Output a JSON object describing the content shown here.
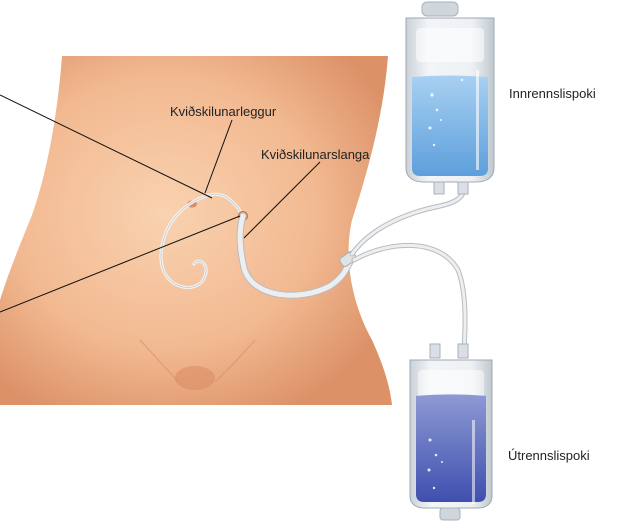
{
  "labels": {
    "catheter": "Kviðskilunarleggur",
    "tube": "Kviðskilunarslanga",
    "inflow_bag": "Innrennslispoki",
    "outflow_bag": "Útrennslispoki"
  },
  "colors": {
    "skin_light": "#f7c9a4",
    "skin_mid": "#eba983",
    "skin_dark": "#d98b63",
    "tube": "#eceeef",
    "tube_edge": "#b8bcc0",
    "bag_frame": "#d7dde2",
    "fluid_inflow": "#7fb5e6",
    "fluid_outflow": "#5f71c0",
    "pointer_line": "#111111"
  },
  "levels": {
    "inflow_bag_fill": 0.66,
    "outflow_bag_fill": 0.78
  }
}
